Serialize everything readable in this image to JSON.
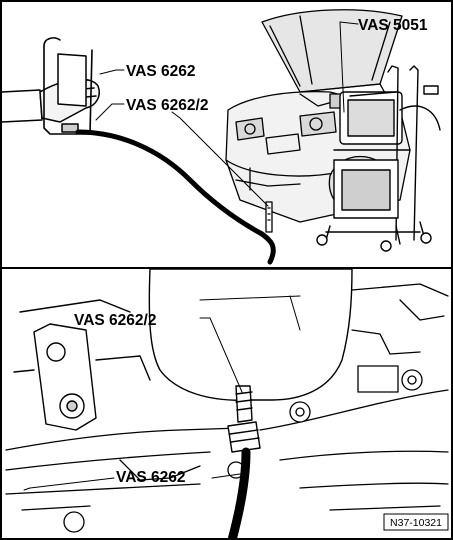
{
  "figure_id": "N37-10321",
  "top_panel": {
    "labels": {
      "tester": "VAS 5051",
      "extractor": "VAS 6262",
      "probe": "VAS 6262/2"
    }
  },
  "bottom_panel": {
    "labels": {
      "probe": "VAS 6262/2",
      "extractor": "VAS 6262"
    }
  }
}
